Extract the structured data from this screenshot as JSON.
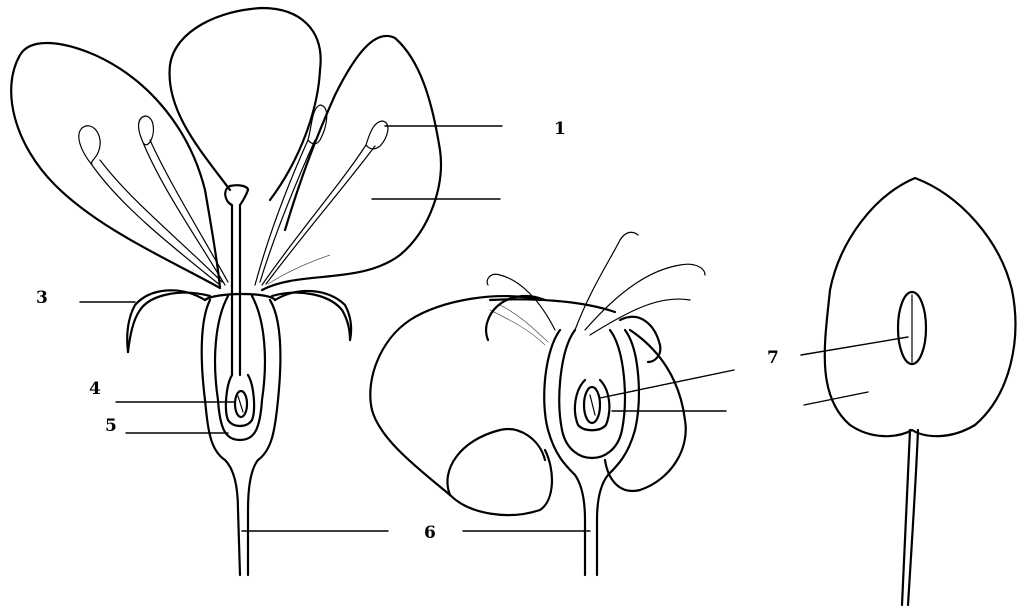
{
  "labels": {
    "l1": "1",
    "l3": "3",
    "l4": "4",
    "l5": "5",
    "l6": "6",
    "l7": "7"
  }
}
